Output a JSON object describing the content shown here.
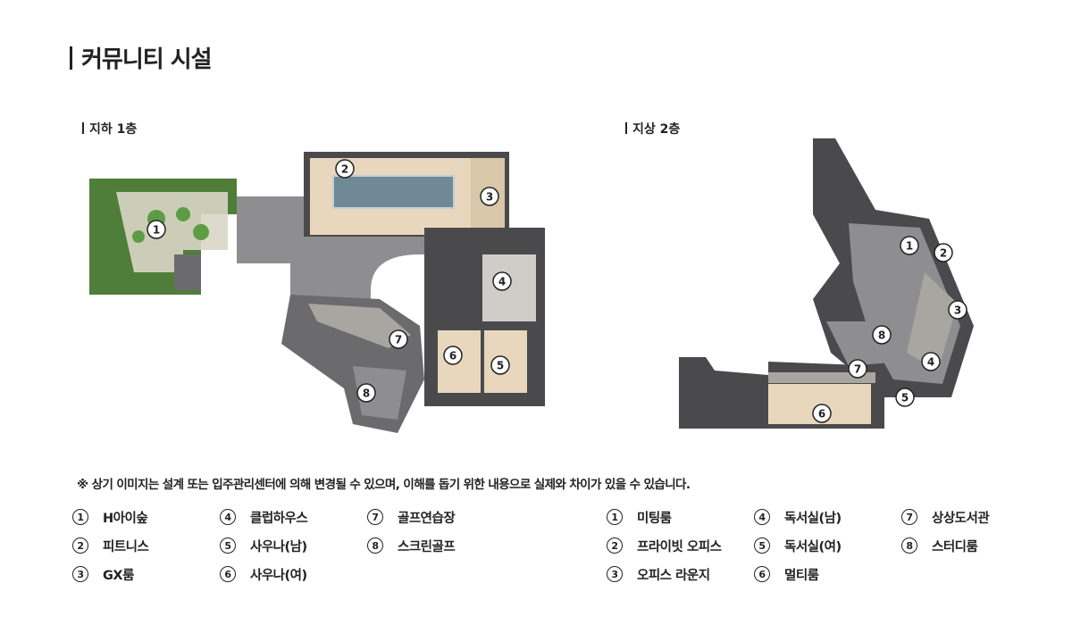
{
  "page": {
    "title": "커뮤니티 시설"
  },
  "floors": {
    "b1": {
      "label": "지하 1층"
    },
    "f2": {
      "label": "지상 2층"
    }
  },
  "notice": "※ 상기 이미지는 설계 또는 입주관리센터에 의해 변경될 수 있으며, 이해를 돕기 위한 내용으로 실제와 차이가 있을 수 있습니다.",
  "legend_b1": [
    {
      "num": "1",
      "label": "H아이숲"
    },
    {
      "num": "2",
      "label": "피트니스"
    },
    {
      "num": "3",
      "label": "GX룸"
    },
    {
      "num": "4",
      "label": "클럽하우스"
    },
    {
      "num": "5",
      "label": "사우나(남)"
    },
    {
      "num": "6",
      "label": "사우나(여)"
    },
    {
      "num": "7",
      "label": "골프연습장"
    },
    {
      "num": "8",
      "label": "스크린골프"
    }
  ],
  "legend_f2": [
    {
      "num": "1",
      "label": "미팅룸"
    },
    {
      "num": "2",
      "label": "프라이빗 오피스"
    },
    {
      "num": "3",
      "label": "오피스 라운지"
    },
    {
      "num": "4",
      "label": "독서실(남)"
    },
    {
      "num": "5",
      "label": "독서실(여)"
    },
    {
      "num": "6",
      "label": "멀티룸"
    },
    {
      "num": "7",
      "label": "상상도서관"
    },
    {
      "num": "8",
      "label": "스터디룸"
    }
  ],
  "markers_b1": [
    "1",
    "2",
    "3",
    "4",
    "5",
    "6",
    "7",
    "8"
  ],
  "markers_f2": [
    "1",
    "2",
    "3",
    "4",
    "5",
    "6",
    "7",
    "8"
  ],
  "colors": {
    "wall_dark": "#4a4a4c",
    "floor_gray": "#8e8e90",
    "wood": "#e8d7bd",
    "garden_green": "#4f7d3a",
    "pool_blue": "#6f8a96"
  }
}
